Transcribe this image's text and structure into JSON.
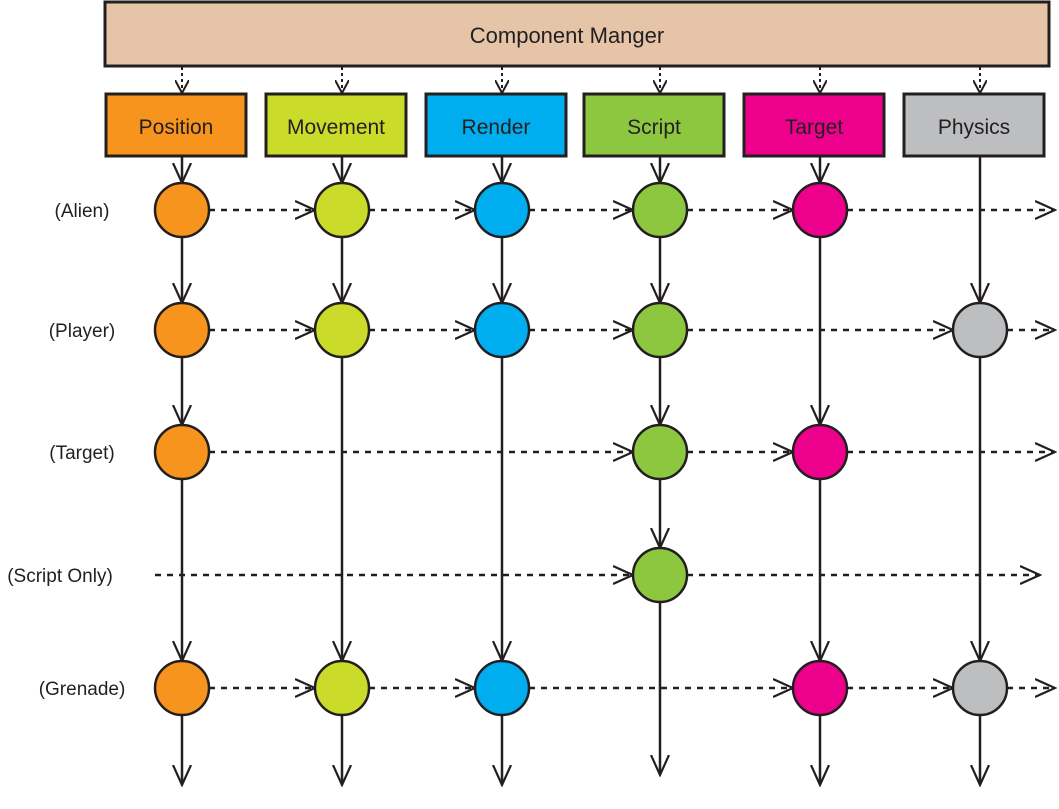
{
  "manager": {
    "label": "Component Manger",
    "color": "#e6c4a8"
  },
  "components": [
    {
      "name": "Position",
      "color": "#f7941d"
    },
    {
      "name": "Movement",
      "color": "#cbdb2a"
    },
    {
      "name": "Render",
      "color": "#00aeef"
    },
    {
      "name": "Script",
      "color": "#8dc63f"
    },
    {
      "name": "Target",
      "color": "#ec008c"
    },
    {
      "name": "Physics",
      "color": "#bcbec0"
    }
  ],
  "entities": [
    {
      "label": "(Alien)",
      "has": [
        true,
        true,
        true,
        true,
        true,
        false
      ]
    },
    {
      "label": "(Player)",
      "has": [
        true,
        true,
        true,
        true,
        false,
        true
      ]
    },
    {
      "label": "(Target)",
      "has": [
        true,
        false,
        false,
        true,
        true,
        false
      ]
    },
    {
      "label": "(Script Only)",
      "has": [
        false,
        false,
        false,
        true,
        false,
        false
      ]
    },
    {
      "label": "(Grenade)",
      "has": [
        true,
        true,
        true,
        false,
        true,
        true
      ]
    }
  ]
}
